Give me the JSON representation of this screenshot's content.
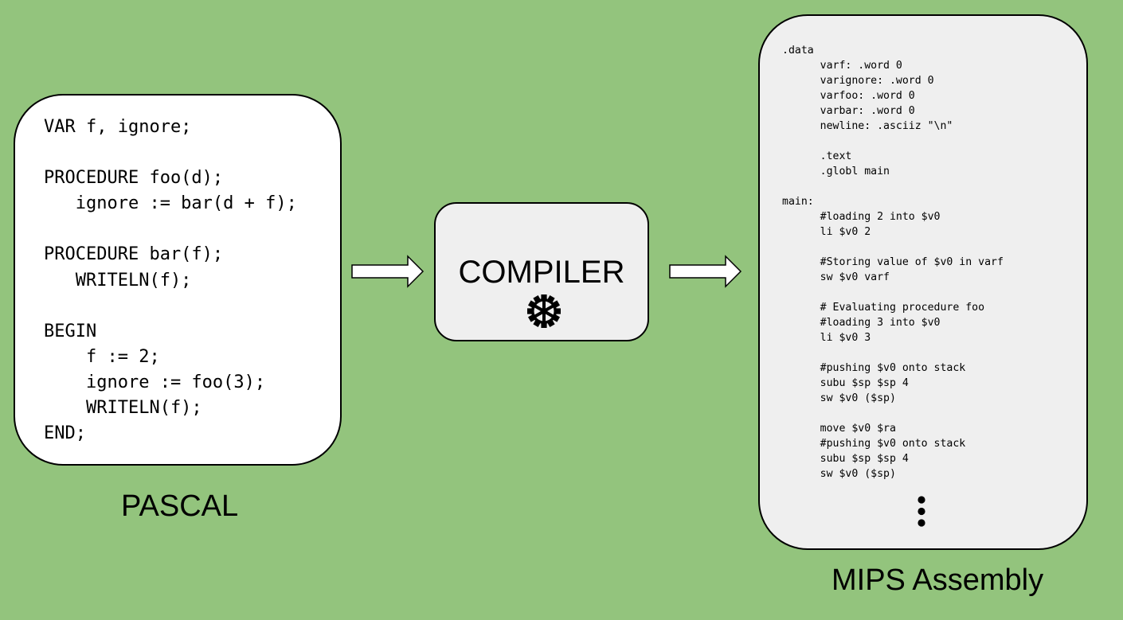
{
  "pascal": {
    "caption": "PASCAL",
    "code": "VAR f, ignore;\n\nPROCEDURE foo(d);\n   ignore := bar(d + f);\n\nPROCEDURE bar(f);\n   WRITELN(f);\n\nBEGIN\n    f := 2;\n    ignore := foo(3);\n    WRITELN(f);\nEND;"
  },
  "compiler": {
    "label": "COMPILER",
    "icon": "gear-icon"
  },
  "mips": {
    "caption": "MIPS Assembly",
    "code": ".data\n      varf: .word 0\n      varignore: .word 0\n      varfoo: .word 0\n      varbar: .word 0\n      newline: .asciiz \"\\n\"\n\n      .text\n      .globl main\n\nmain:\n      #loading 2 into $v0\n      li $v0 2\n\n      #Storing value of $v0 in varf\n      sw $v0 varf\n\n      # Evaluating procedure foo\n      #loading 3 into $v0\n      li $v0 3\n\n      #pushing $v0 onto stack\n      subu $sp $sp 4\n      sw $v0 ($sp)\n\n      move $v0 $ra\n      #pushing $v0 onto stack\n      subu $sp $sp 4\n      sw $v0 ($sp)",
    "continuation_icon": "vertical-ellipsis-icon"
  },
  "colors": {
    "background": "#93c47d",
    "pascal_box": "#ffffff",
    "compiler_box": "#efefef",
    "mips_box": "#efefef",
    "arrow_fill": "#ffffff",
    "stroke": "#000000"
  }
}
